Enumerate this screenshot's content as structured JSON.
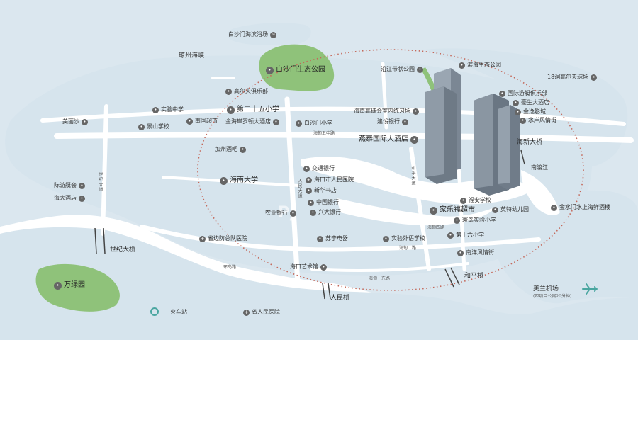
{
  "colors": {
    "land": "#ffffff",
    "water": "#d9e6ee",
    "roads": "#ffffff",
    "park": "#8fc27a",
    "ring": "#c4685a",
    "tower": "#6f7c8a",
    "accent": "#4aa6a0"
  },
  "watermark": "PJ",
  "regions": {
    "qiongzhou_strait": "琼州海峡"
  },
  "parks": {
    "baishamen": "白沙门生态公园",
    "wanlvyuan": "万绿园"
  },
  "bridges": {
    "century": "世纪大桥",
    "renmin": "人民桥",
    "heping": "和平桥",
    "haixin": "海新大桥"
  },
  "airport": {
    "name": "美兰机场",
    "note": "(距项目公寓20分钟)",
    "icon": "plane-icon"
  },
  "station": {
    "name": "火车站",
    "icon": "train-station-icon"
  },
  "hospital_bottom": "省人民医院",
  "roads": {
    "haifu5": "海甸五中路",
    "renmin_ave": "人民大道",
    "heping_ave": "和平大道",
    "century_ave": "世纪大道",
    "huanlu": "环岛路",
    "haidian1": "海甸一东路",
    "haidian4": "海甸四路",
    "haidian2": "海甸二路"
  },
  "pois": [
    {
      "name": "白沙门海滨浴场",
      "icon": "beach-icon"
    },
    {
      "name": "高尔夫俱乐部",
      "icon": "golf-icon"
    },
    {
      "name": "实验中学",
      "icon": "school-icon"
    },
    {
      "name": "第二十五小学",
      "icon": "school-icon"
    },
    {
      "name": "美丽沙",
      "icon": "poi-icon"
    },
    {
      "name": "南国超市",
      "icon": "shop-icon"
    },
    {
      "name": "金海岸罗顿大酒店",
      "icon": "hotel-icon"
    },
    {
      "name": "景山学校",
      "icon": "school-icon"
    },
    {
      "name": "白沙门小学",
      "icon": "school-icon"
    },
    {
      "name": "海南高球会室内练习场",
      "icon": "golf-icon"
    },
    {
      "name": "沿江带状公园",
      "icon": "park-icon"
    },
    {
      "name": "滨海生态公园",
      "icon": "park-icon"
    },
    {
      "name": "18洞高尔夫球场",
      "icon": "golf-icon"
    },
    {
      "name": "国际游艇俱乐部",
      "icon": "yacht-icon"
    },
    {
      "name": "豪生大酒店",
      "icon": "hotel-icon"
    },
    {
      "name": "金逸影城",
      "icon": "cinema-icon"
    },
    {
      "name": "水岸风情街",
      "icon": "street-icon"
    },
    {
      "name": "燕泰国际大酒店",
      "icon": "hotel-icon"
    },
    {
      "name": "建设银行",
      "icon": "bank-icon"
    },
    {
      "name": "加州酒吧",
      "icon": "bar-icon"
    },
    {
      "name": "交通银行",
      "icon": "bank-icon"
    },
    {
      "name": "海口市人民医院",
      "icon": "hospital-icon"
    },
    {
      "name": "新华书店",
      "icon": "book-icon"
    },
    {
      "name": "中国银行",
      "icon": "bank-icon"
    },
    {
      "name": "农业银行",
      "icon": "bank-icon"
    },
    {
      "name": "兴大银行",
      "icon": "bank-icon"
    },
    {
      "name": "海南大学",
      "icon": "school-icon"
    },
    {
      "name": "际游艇会",
      "icon": "yacht-icon"
    },
    {
      "name": "海大酒店",
      "icon": "hotel-icon"
    },
    {
      "name": "南渡江",
      "icon": "poi-icon"
    },
    {
      "name": "福安学校",
      "icon": "school-icon"
    },
    {
      "name": "家乐福超市",
      "icon": "shop-icon"
    },
    {
      "name": "英特幼儿园",
      "icon": "school-icon"
    },
    {
      "name": "寰岛实验小学",
      "icon": "school-icon"
    },
    {
      "name": "金水门水上海鲜酒楼",
      "icon": "restaurant-icon"
    },
    {
      "name": "省边防总队医院",
      "icon": "hospital-icon"
    },
    {
      "name": "苏宁电器",
      "icon": "shop-icon"
    },
    {
      "name": "实验外语学校",
      "icon": "school-icon"
    },
    {
      "name": "第十六小学",
      "icon": "school-icon"
    },
    {
      "name": "南洋风情街",
      "icon": "street-icon"
    },
    {
      "name": "海口艺术馆",
      "icon": "museum-icon"
    }
  ]
}
